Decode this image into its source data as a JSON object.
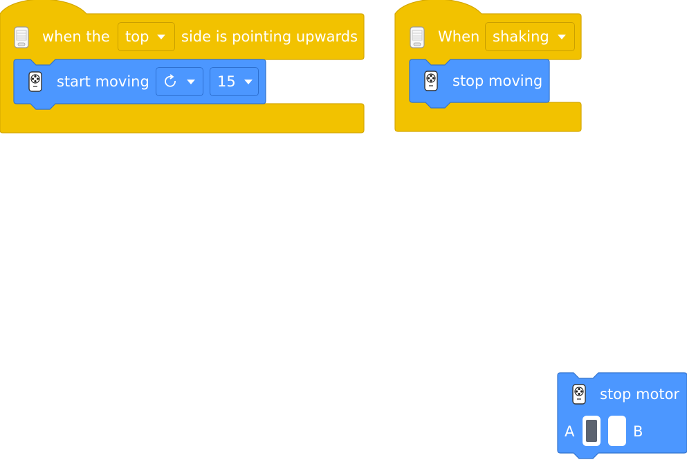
{
  "colors": {
    "event_yellow": "#f2c200",
    "event_border": "#d4a700",
    "motion_blue": "#4c97ff",
    "motion_border": "#3373cc",
    "motor_a_fill": "#5c6370",
    "motor_b_fill": "#ffffff"
  },
  "script1": {
    "hat": {
      "icon": "tilt-sensor-icon",
      "prefix": "when the",
      "dropdown_value": "top",
      "suffix": "side is pointing upwards"
    },
    "motion": {
      "icon": "motor-icon",
      "label": "start moving",
      "direction_icon": "rotate-clockwise-icon",
      "speed_value": "15"
    }
  },
  "script2": {
    "hat": {
      "icon": "tilt-sensor-icon",
      "prefix": "When",
      "dropdown_value": "shaking"
    },
    "motion": {
      "icon": "motor-icon",
      "label": "stop moving"
    }
  },
  "stop_motor_block": {
    "icon": "motor-icon",
    "label": "stop motor",
    "port_a_label": "A",
    "port_b_label": "B",
    "port_a_selected": true,
    "port_b_selected": false
  }
}
